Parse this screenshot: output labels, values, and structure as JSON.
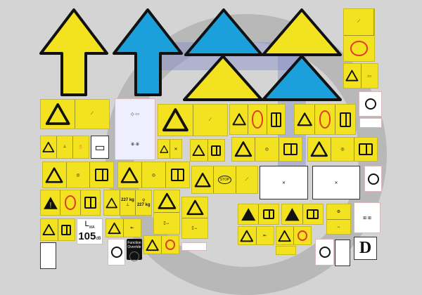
{
  "colors": {
    "background": "#d4d4d4",
    "decal_yellow": "#f2e21f",
    "arrow_blue": "#1ba0dc",
    "watermark": "#9aa0c8"
  },
  "icons": [
    "warning-triangle-icon",
    "manual-book-icon",
    "up-arrow-icon",
    "glove-icon",
    "battery-icon",
    "no-entry-icon",
    "crush-hazard-icon",
    "fuel-pump-icon"
  ],
  "labels": {
    "load_1": "227 kg",
    "load_2": "227 kg",
    "sound_symbol": "L",
    "sound_sub": "WA",
    "sound_value": "105",
    "sound_unit": "dB",
    "override": "Function Override",
    "stop": "STOP",
    "fuel_letter": "D"
  }
}
